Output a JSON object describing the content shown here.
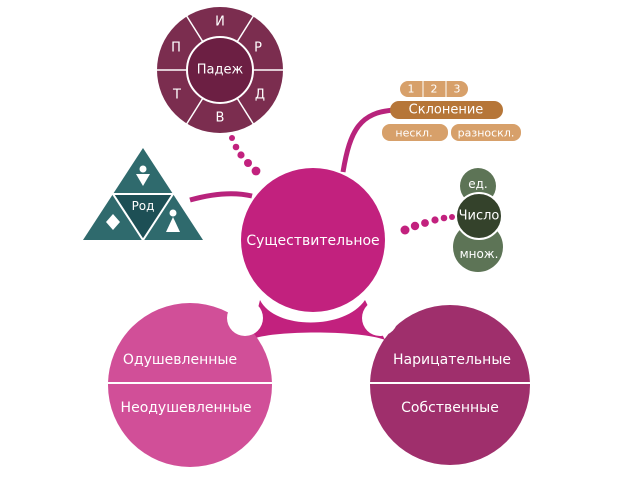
{
  "center": {
    "label": "Существительное"
  },
  "case": {
    "title": "Падеж",
    "segments": [
      "И",
      "Р",
      "Д",
      "В",
      "Т",
      "П"
    ]
  },
  "declension": {
    "title": "Склонение",
    "numbers": [
      "1",
      "2",
      "3"
    ],
    "types": [
      "нескл.",
      "разноскл."
    ]
  },
  "number": {
    "title": "Число",
    "singular": "ед.",
    "plural": "множ."
  },
  "gender": {
    "title": "Род"
  },
  "animacy": {
    "top": "Одушевленные",
    "bottom": "Неодушевленные"
  },
  "noun_type": {
    "top": "Нарицательные",
    "bottom": "Собственные"
  },
  "colors": {
    "center": "#c2217e",
    "left": "#d14f98",
    "right": "#9f2f6c",
    "case": "#7b2d4f",
    "declension": "#b67638",
    "number": "#5d7456",
    "gender": "#2f6a6d"
  }
}
